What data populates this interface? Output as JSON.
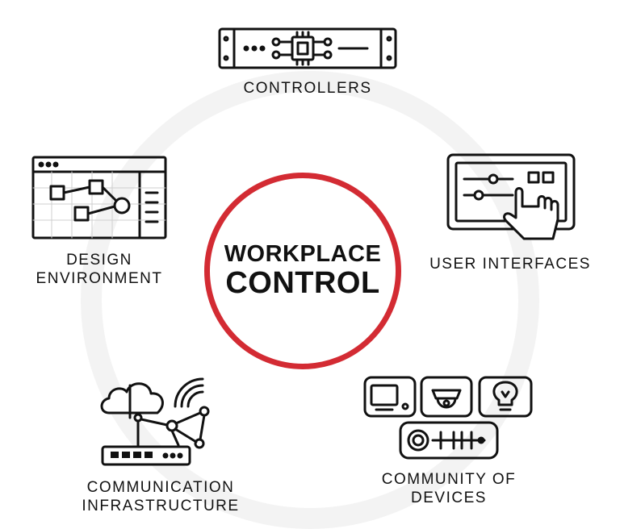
{
  "center": {
    "line1": "WORKPLACE",
    "line2": "CONTROL"
  },
  "nodes": {
    "controllers": {
      "icon": "controller-chip-icon",
      "label_lines": [
        "CONTROLLERS"
      ]
    },
    "user_interfaces": {
      "icon": "touch-panel-icon",
      "label_lines": [
        "USER INTERFACES"
      ]
    },
    "design_environment": {
      "icon": "design-window-icon",
      "label_lines": [
        "DESIGN",
        "ENVIRONMENT"
      ]
    },
    "communication_infrastructure": {
      "icon": "network-router-cloud-icon",
      "label_lines": [
        "COMMUNICATION",
        "INFRASTRUCTURE"
      ]
    },
    "community_of_devices": {
      "icon": "devices-group-icon",
      "label_lines": [
        "COMMUNITY OF",
        "DEVICES"
      ]
    }
  },
  "colors": {
    "accent": "#d32b33",
    "ring": "#f3f3f3",
    "ink": "#111111"
  }
}
